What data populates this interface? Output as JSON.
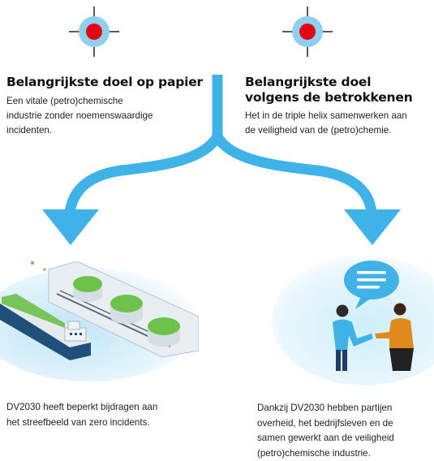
{
  "left_goal": {
    "icon": "target-icon",
    "title": "Belangrijkste doel op papier",
    "text_lines": [
      "Een vitale (petro)chemische",
      "industrie zonder noemenswaardige",
      "incidenten."
    ]
  },
  "right_goal": {
    "icon": "target-icon",
    "title_lines": [
      "Belangrijkste doel",
      "volgens de betrokkenen"
    ],
    "text_lines": [
      "Het in de triple helix samenwerken aan",
      "de veiligheid van de (petro)chemie."
    ]
  },
  "left_outcome": {
    "illustration": "ship-and-storage-tanks-illustration",
    "text_lines": [
      "DV2030 heeft beperkt bijdragen aan",
      "het streefbeeld van zero incidents."
    ]
  },
  "right_outcome": {
    "illustration": "handshake-with-speech-bubble-illustration",
    "text_lines": [
      "Dankzij DV2030 hebben partijen",
      "overheid, het bedrijfsleven en de",
      "samen gewerkt aan de veiligheid",
      "(petro)chemische industrie."
    ]
  },
  "colors": {
    "arrow_blue": "#3fb3e8",
    "target_red": "#e30613",
    "target_ring": "#8fd0ee",
    "tank_green": "#6cc24a"
  }
}
